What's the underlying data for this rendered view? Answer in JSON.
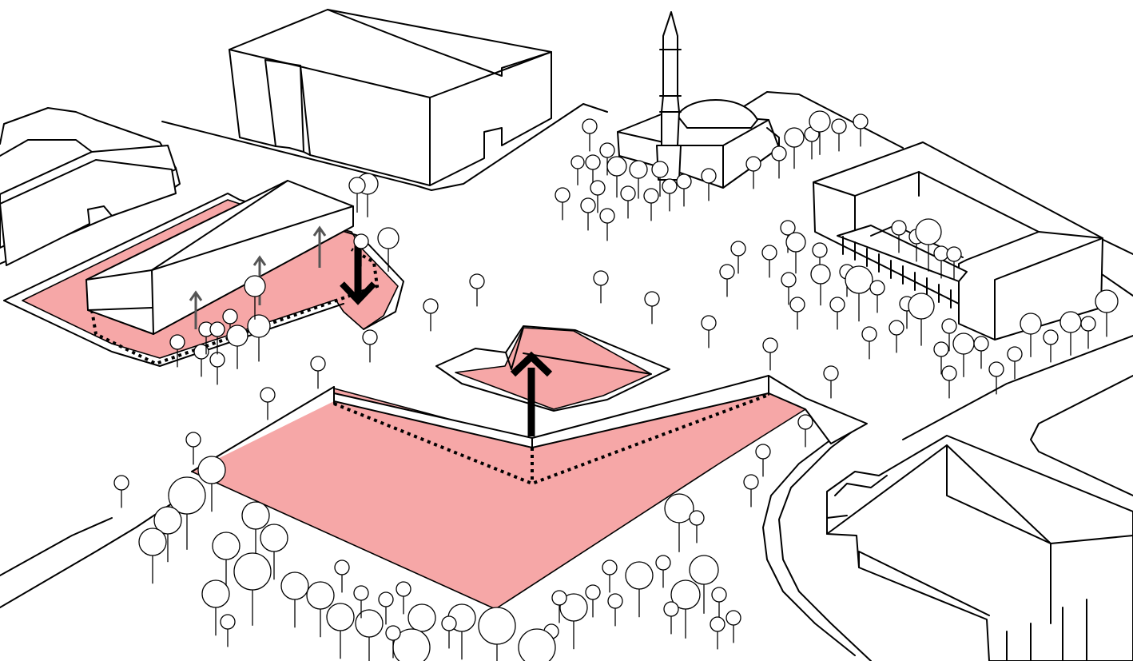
{
  "diagram": {
    "colors": {
      "highlight": "#f6a7a7",
      "line": "#000000",
      "background": "#ffffff",
      "small_arrow": "#555555"
    },
    "elements": [
      "large-building-north",
      "mosque-with-minaret",
      "building-west",
      "building-east-courtyard",
      "building-southeast",
      "highlighted-plaza-south",
      "highlighted-plaza-west",
      "central-highlighted-island",
      "up-arrow-large",
      "down-arrow-large",
      "up-arrows-small",
      "trees"
    ]
  }
}
